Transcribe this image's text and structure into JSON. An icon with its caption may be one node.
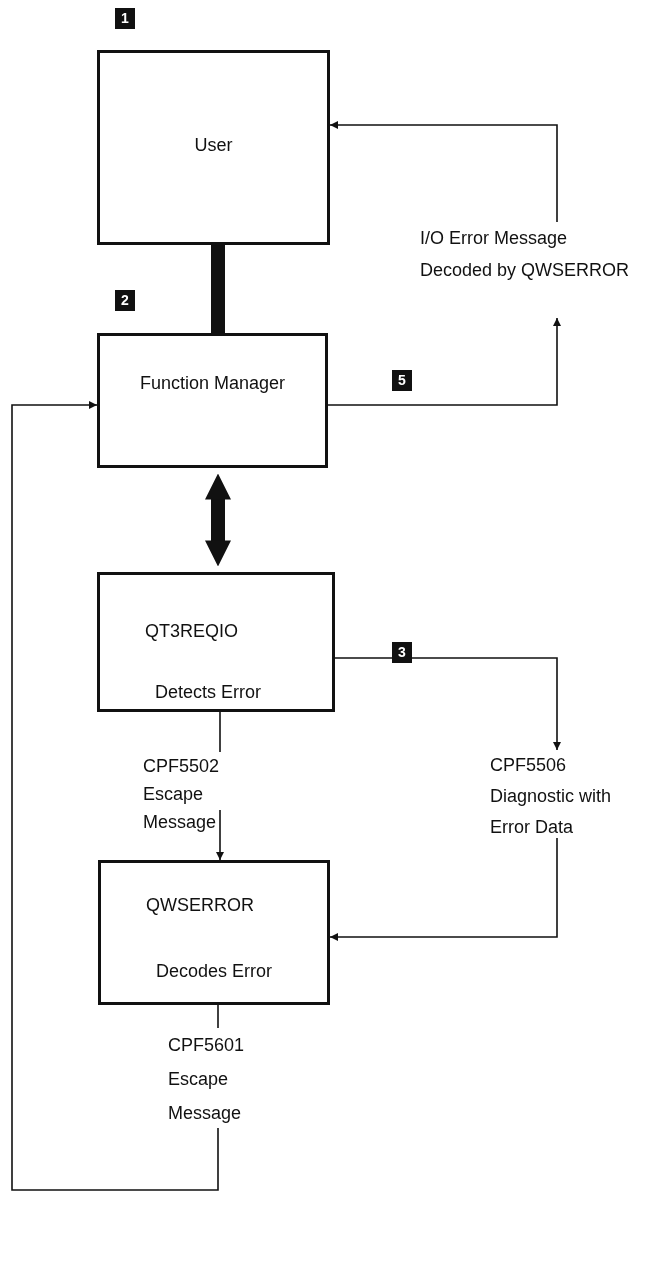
{
  "diagram": {
    "nodes": [
      {
        "text": [
          "User"
        ]
      },
      {
        "text": [
          "Function Manager"
        ]
      },
      {
        "text": [
          "QT3REQIO",
          "Detects Error"
        ]
      },
      {
        "text": [
          "QWSERROR",
          "Decodes Error"
        ]
      },
      {
        "text": [
          "I/O Error Message Decoded by QWSERROR"
        ]
      },
      {
        "text": [
          "CPF5506 Diagnostic with Error Data"
        ]
      },
      {
        "text": [
          "CPF5502 Escape Message"
        ]
      },
      {
        "text": [
          "CPF5601 Escape Message"
        ]
      }
    ],
    "edges": [
      {
        "from": 0,
        "to": 1,
        "arrow": "none",
        "style": "thick"
      },
      {
        "from": 1,
        "to": 2,
        "arrow": "both",
        "style": "thick"
      },
      {
        "from": 1,
        "to": 4,
        "arrow": "to"
      },
      {
        "from": 4,
        "to": 0,
        "arrow": "to"
      },
      {
        "from": 2,
        "to": 5,
        "arrow": "to"
      },
      {
        "from": 5,
        "to": 3,
        "arrow": "to"
      },
      {
        "from": 2,
        "to": 6,
        "arrow": "none"
      },
      {
        "from": 6,
        "to": 3,
        "arrow": "to"
      },
      {
        "from": 3,
        "to": 7,
        "arrow": "none"
      },
      {
        "from": 7,
        "to": 1,
        "arrow": "to"
      }
    ],
    "labels": [
      "1",
      "2",
      "5",
      "3"
    ]
  }
}
